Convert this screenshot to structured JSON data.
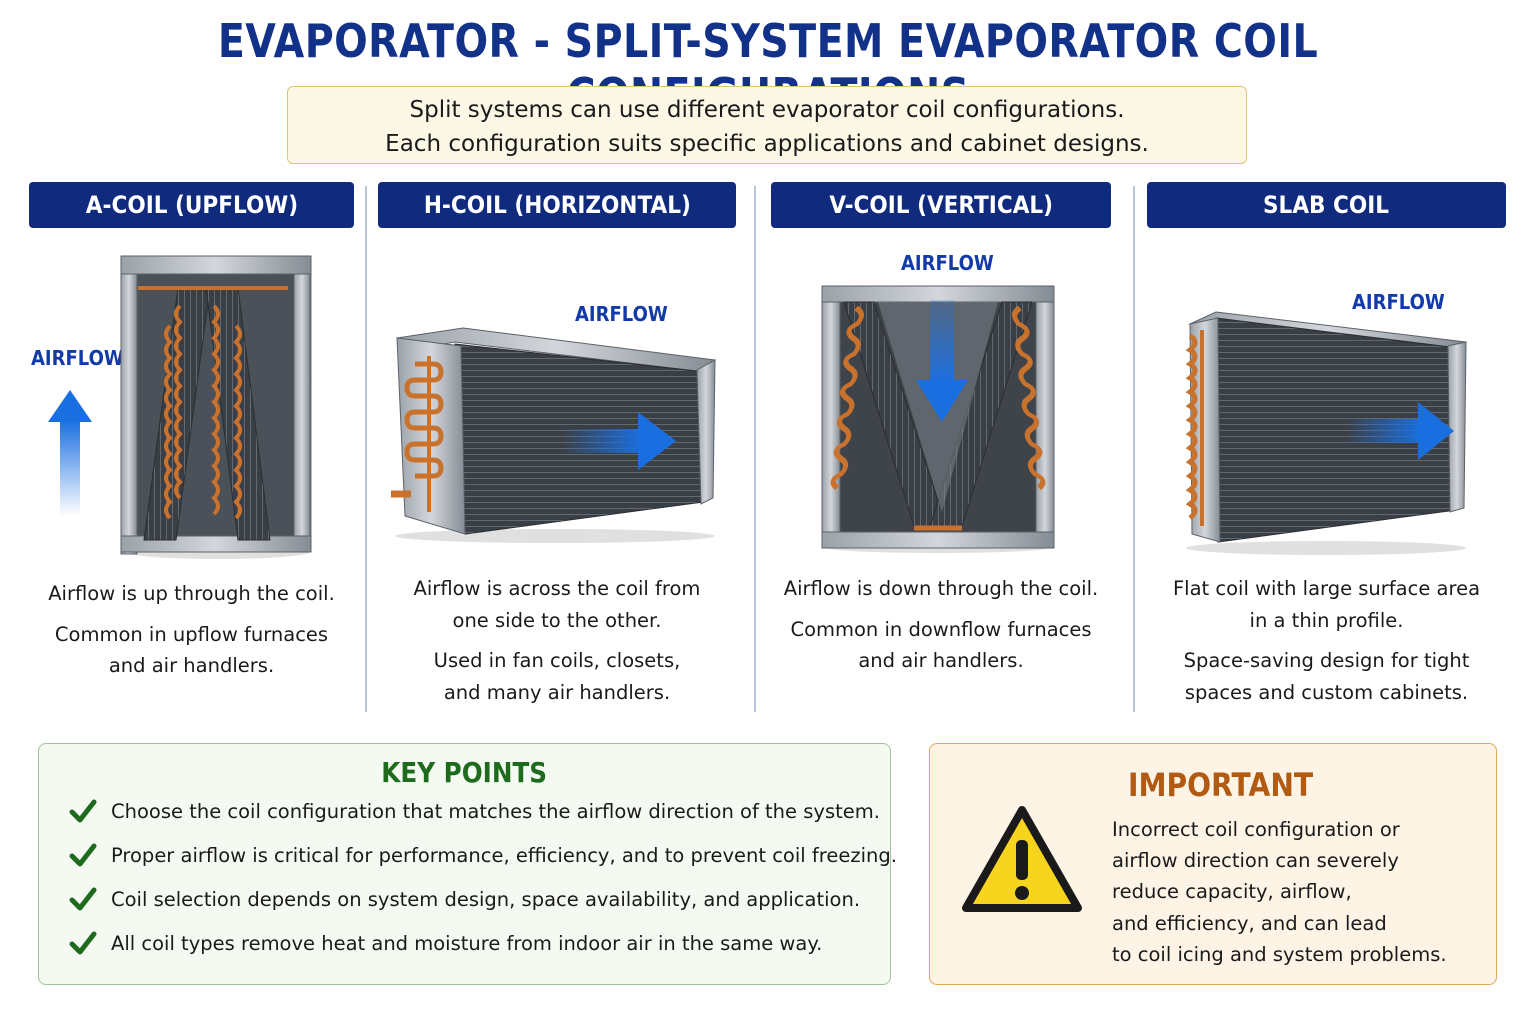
{
  "title": "EVAPORATOR - SPLIT-SYSTEM EVAPORATOR COIL CONFIGURATIONS",
  "intro": {
    "line1": "Split systems can use different evaporator coil configurations.",
    "line2": "Each configuration suits specific applications and cabinet designs."
  },
  "columns": [
    {
      "heading": "A-COIL (UPFLOW)",
      "airflow_label": "AIRFLOW",
      "desc": [
        "Airflow is up through the coil.",
        "Common in upflow furnaces",
        "and air handlers."
      ]
    },
    {
      "heading": "H-COIL (HORIZONTAL)",
      "airflow_label": "AIRFLOW",
      "desc": [
        "Airflow is across the coil from",
        "one side to the other.",
        "Used in fan coils, closets,",
        "and many air handlers."
      ]
    },
    {
      "heading": "V-COIL (VERTICAL)",
      "airflow_label": "AIRFLOW",
      "desc": [
        "Airflow is down through the coil.",
        "Common in downflow furnaces",
        "and air handlers."
      ]
    },
    {
      "heading": "SLAB COIL",
      "airflow_label": "AIRFLOW",
      "desc": [
        "Flat coil with large surface area",
        "in a thin profile.",
        "Space-saving design for tight",
        "spaces and custom cabinets."
      ]
    }
  ],
  "key_points": {
    "title": "KEY POINTS",
    "items": [
      "Choose the coil configuration that matches the airflow direction of the system.",
      "Proper airflow is critical for performance, efficiency, and to prevent coil freezing.",
      "Coil selection depends on system design, space availability, and application.",
      "All coil types remove heat and moisture from indoor air in the same way."
    ]
  },
  "important": {
    "title": "IMPORTANT",
    "lines": [
      "Incorrect coil configuration or",
      "airflow direction can severely",
      "reduce capacity, airflow,",
      "and efficiency, and can lead",
      "to coil icing and system problems."
    ]
  },
  "colors": {
    "title": "#123189",
    "header_bg": "#102a7e",
    "airflow_blue": "#1a6fe0",
    "copper": "#c8722e",
    "key_points_green": "#1e6b1e",
    "important_orange": "#b25a12",
    "warning_yellow": "#f7d51e"
  },
  "icons": [
    "arrow-up-icon",
    "arrow-right-icon",
    "arrow-down-icon",
    "checkmark-icon",
    "warning-icon"
  ]
}
